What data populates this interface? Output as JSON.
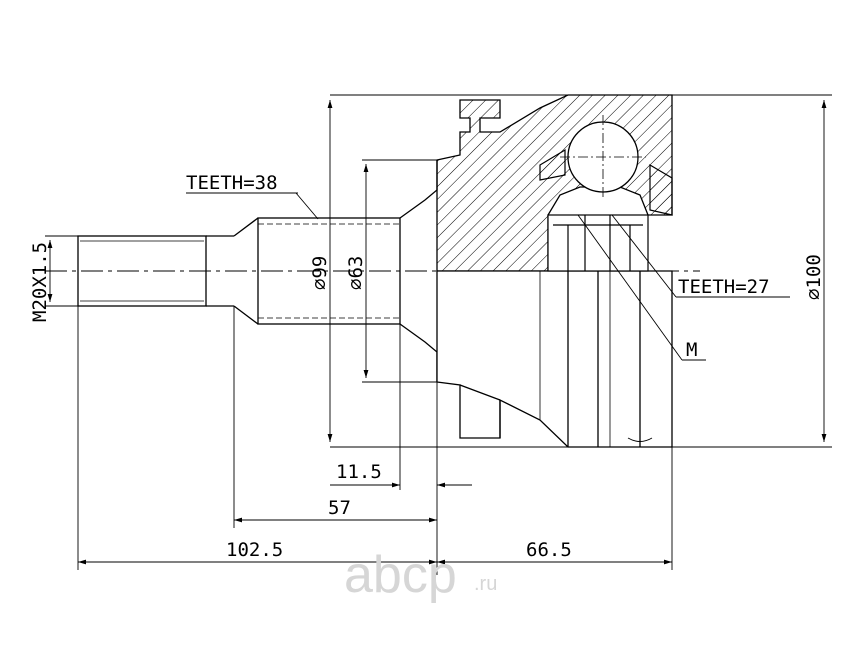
{
  "drawing": {
    "labels": {
      "teeth_outer": "TEETH=38",
      "teeth_inner": "TEETH=27",
      "thread": "M20X1.5",
      "dia_99": "⌀99",
      "dia_63": "⌀63",
      "dia_100": "⌀100",
      "marker_m": "M"
    },
    "dimensions": {
      "dim_11_5": "11.5",
      "dim_57": "57",
      "dim_102_5": "102.5",
      "dim_66_5": "66.5"
    }
  },
  "watermark": {
    "brand": "abcp",
    "tld": ".ru"
  },
  "colors": {
    "line": "#000000",
    "watermark": "#d6d6d6"
  }
}
